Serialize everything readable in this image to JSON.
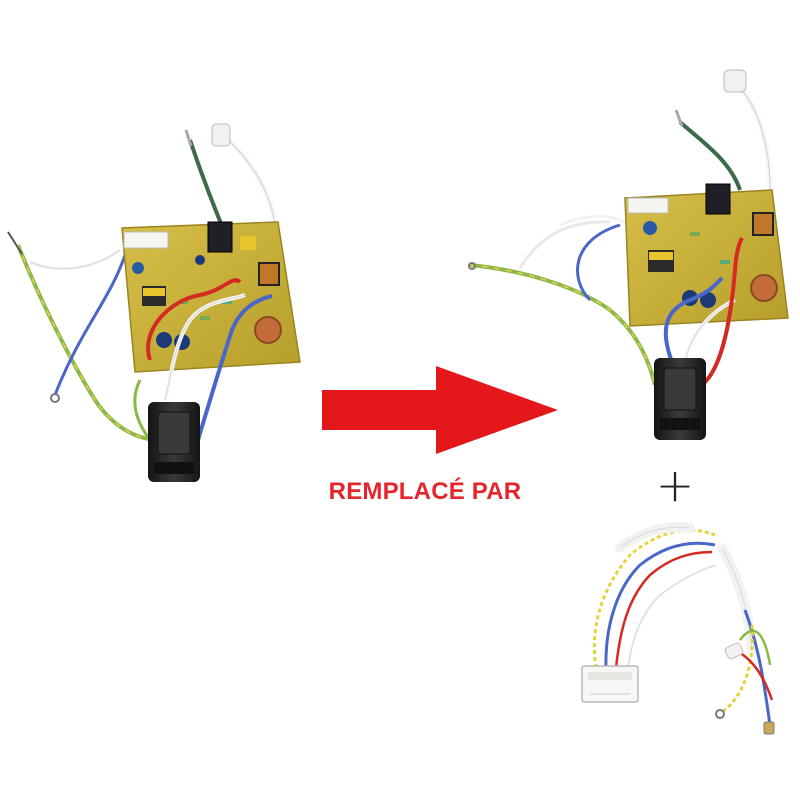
{
  "caption": {
    "text": "REMPLACÉ PAR"
  },
  "plus": {
    "symbol": "+"
  },
  "colors": {
    "caption": "#e4262c",
    "arrow": "#e4171b",
    "pcb": "#c9b23a",
    "wire_green_yellow": "#8cb84a",
    "wire_blue": "#4a66c8",
    "wire_red": "#d42a22",
    "wire_white": "#f2f2f2",
    "wire_dark_green": "#3d6a4a",
    "wire_yellow": "#e4d33a",
    "connector_white": "#f6f6f4",
    "switch_body": "#262626"
  },
  "items": {
    "left": {
      "name": "original-control-board-with-switch"
    },
    "right": {
      "name": "replacement-control-board-with-switch"
    },
    "harness": {
      "name": "additional-wiring-harness"
    }
  },
  "icons": {
    "arrow": "right-arrow-icon",
    "plus": "plus-icon"
  }
}
